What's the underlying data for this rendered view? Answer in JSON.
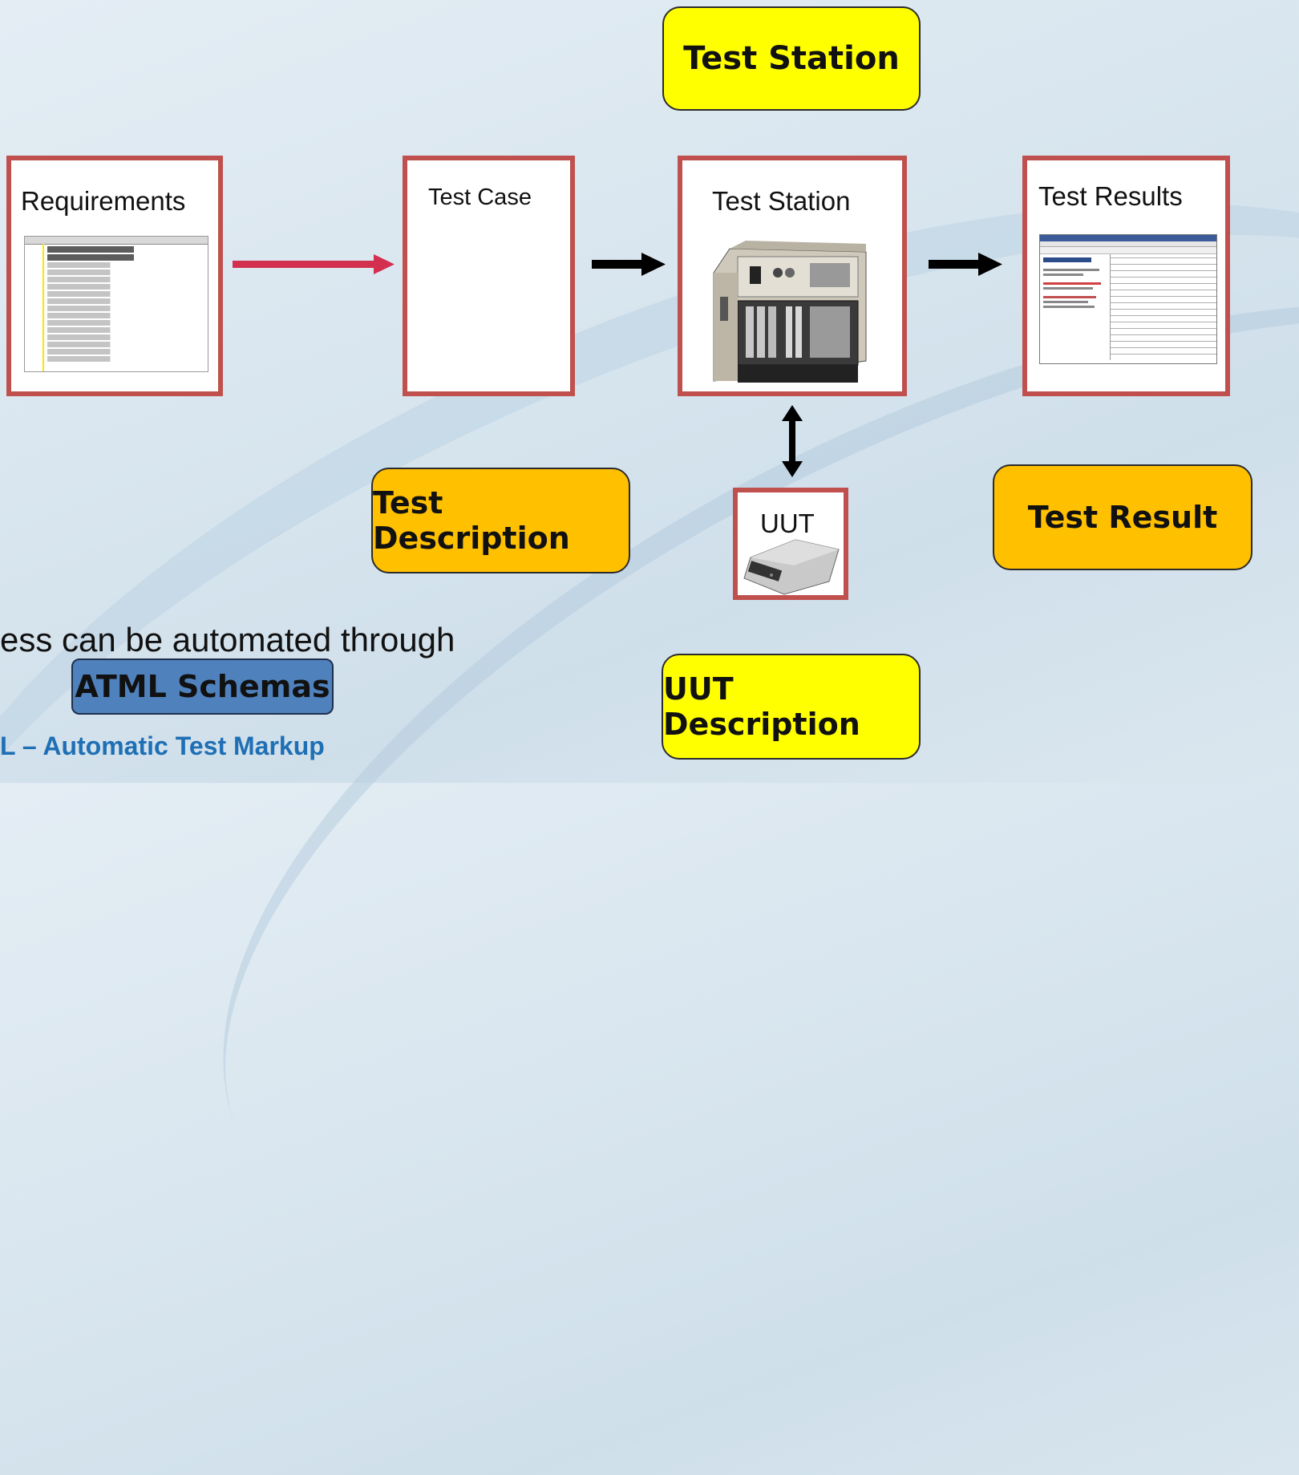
{
  "boxes": {
    "requirements": "Requirements",
    "test_case": "Test Case",
    "test_station": "Test Station",
    "test_results": "Test Results",
    "uut": "UUT"
  },
  "callouts": {
    "test_station": "Test Station",
    "test_description": "Test Description",
    "test_result": "Test Result",
    "uut_description": "UUT Description",
    "atml_schemas": "ATML Schemas"
  },
  "text": {
    "process_line": "ess can be automated through",
    "atml_definition": "L – Automatic Test Markup"
  },
  "colors": {
    "yellow": "#ffff00",
    "orange": "#ffc000",
    "blue": "#4f81bd",
    "red_frame": "#c0504d",
    "red_arrow": "#d32f4f",
    "black_arrow": "#000000"
  }
}
